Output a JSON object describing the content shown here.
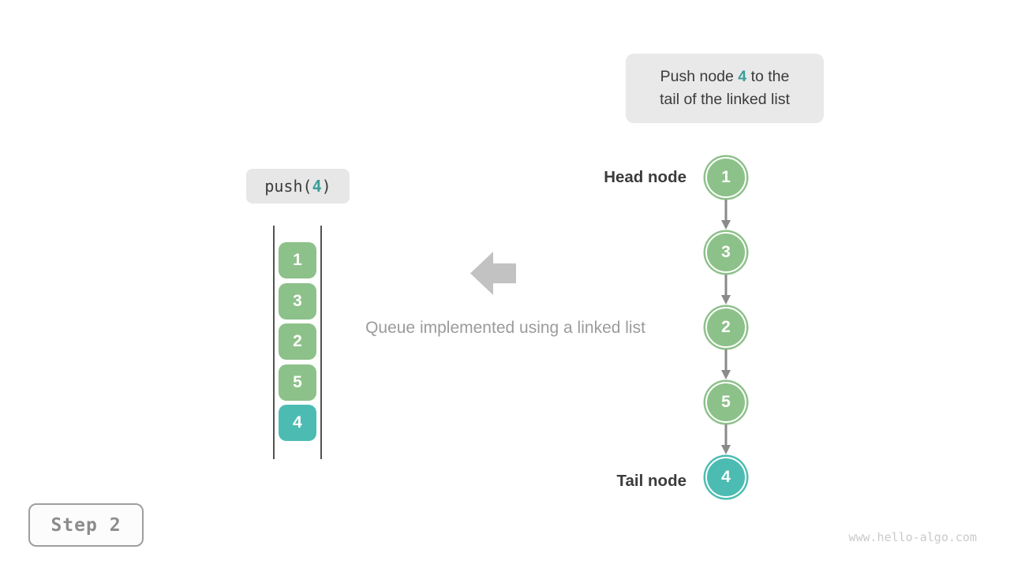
{
  "annotation": {
    "line1_pre": "Push node ",
    "value": "4",
    "line1_post": " to the",
    "line2": "tail of the linked list"
  },
  "push_label": {
    "pre": "push(",
    "value": "4",
    "post": ")"
  },
  "stack": {
    "items": [
      {
        "value": "1",
        "color": "green"
      },
      {
        "value": "3",
        "color": "green"
      },
      {
        "value": "2",
        "color": "green"
      },
      {
        "value": "5",
        "color": "green"
      },
      {
        "value": "4",
        "color": "teal"
      }
    ]
  },
  "caption": "Queue implemented using a linked list",
  "linked_list": {
    "head_label": "Head node",
    "tail_label": "Tail node",
    "nodes": [
      {
        "value": "1",
        "color": "green"
      },
      {
        "value": "3",
        "color": "green"
      },
      {
        "value": "2",
        "color": "green"
      },
      {
        "value": "5",
        "color": "green"
      },
      {
        "value": "4",
        "color": "teal"
      }
    ]
  },
  "step_label": "Step 2",
  "watermark": "www.hello-algo.com",
  "palette": {
    "node_green": "#8dc18a",
    "node_teal": "#4cbcb2",
    "accent_text": "#3c9e99",
    "annotation_bg": "#e9e9e9",
    "dark_text": "#3b3b3b",
    "muted_text": "#9b9b9b",
    "arrow_gray": "#8a8a8a",
    "block_arrow_gray": "#c2c2c2",
    "step_text": "#8c8c8c",
    "watermark_text": "#cacaca"
  }
}
